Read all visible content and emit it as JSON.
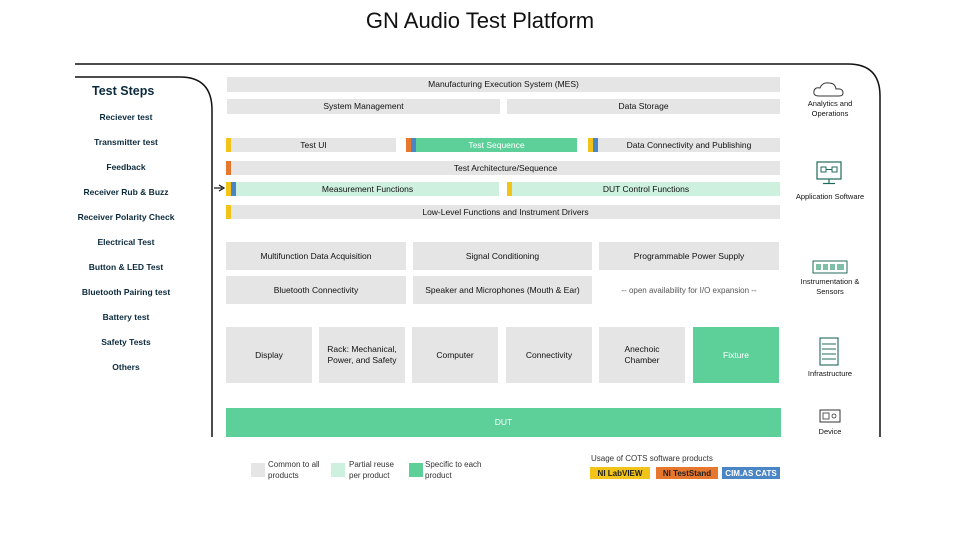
{
  "title": "GN Audio Test Platform",
  "test_steps": {
    "heading": "Test Steps",
    "items": [
      "Reciever test",
      "Transmitter test",
      "Feedback",
      "Receiver Rub & Buzz",
      "Receiver Polarity Check",
      "Electrical Test",
      "Button & LED Test",
      "Bluetooth Pairing test",
      "Battery test",
      "Safety Tests",
      "Others"
    ]
  },
  "software": {
    "mes": "Manufacturing Execution System (MES)",
    "system_management": "System Management",
    "data_storage": "Data Storage",
    "test_ui": "Test UI",
    "test_sequence": "Test Sequence",
    "data_connectivity": "Data Connectivity and Publishing",
    "test_architecture": "Test Architecture/Sequence",
    "measurement_functions": "Measurement Functions",
    "dut_control": "DUT Control Functions",
    "low_level": "Low-Level Functions and Instrument Drivers"
  },
  "instrumentation": {
    "multifunction_daq": "Multifunction Data Acquisition",
    "signal_conditioning": "Signal Conditioning",
    "power_supply": "Programmable Power Supply",
    "bluetooth": "Bluetooth Connectivity",
    "speaker_mic": "Speaker and Microphones (Mouth & Ear)",
    "io_expansion": "-- open availability for I/O expansion --"
  },
  "infrastructure": {
    "display": "Display",
    "rack": "Rack:  Mechanical, Power, and  Safety",
    "computer": "Computer",
    "connectivity": "Connectivity",
    "anechoic": "Anechoic Chamber",
    "fixture": "Fixture"
  },
  "dut": "DUT",
  "side_labels": {
    "analytics": "Analytics and Operations",
    "application_software": "Application Software",
    "instrumentation": "Instrumentation & Sensors",
    "infrastructure": "Infrastructure",
    "device": "Device"
  },
  "legend": {
    "common": "Common to all products",
    "partial": "Partial reuse per product",
    "specific": "Specific to each product",
    "cots_title": "Usage of COTS software  products",
    "labview": "NI LabVIEW",
    "teststand": "NI TestStand",
    "cats": "CIM.AS CATS"
  },
  "colors": {
    "common": "#e5e5e5",
    "partial": "#cdf0df",
    "specific": "#5dd09a",
    "labview": "#f2c318",
    "teststand": "#e8772e",
    "cats": "#4a86c5"
  }
}
